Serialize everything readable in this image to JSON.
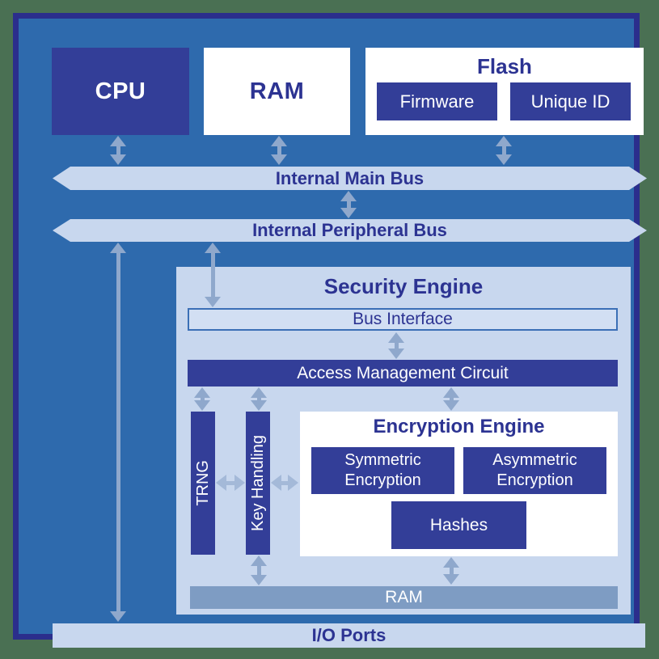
{
  "colors": {
    "frame_green": "#4a7053",
    "chip_border_navy": "#2b2e8c",
    "chip_background_blue": "#2e6aad",
    "block_indigo": "#333e98",
    "panel_light_blue": "#c8d7ee",
    "text_navy": "#2c3392",
    "arrow_gray_blue": "#8fa8cc",
    "ram_bar_gray_blue": "#7e9cc3"
  },
  "top_blocks": {
    "cpu": "CPU",
    "ram": "RAM",
    "flash": {
      "title": "Flash",
      "firmware": "Firmware",
      "unique_id": "Unique ID"
    }
  },
  "buses": {
    "main": "Internal Main Bus",
    "peripheral": "Internal Peripheral Bus"
  },
  "security_engine": {
    "title": "Security Engine",
    "bus_interface": "Bus Interface",
    "access_management": "Access Management Circuit",
    "trng": "TRNG",
    "key_handling": "Key Handling",
    "encryption_engine": {
      "title": "Encryption Engine",
      "symmetric": "Symmetric Encryption",
      "asymmetric": "Asymmetric Encryption",
      "hashes": "Hashes"
    },
    "ram": "RAM"
  },
  "io_ports": "I/O Ports"
}
